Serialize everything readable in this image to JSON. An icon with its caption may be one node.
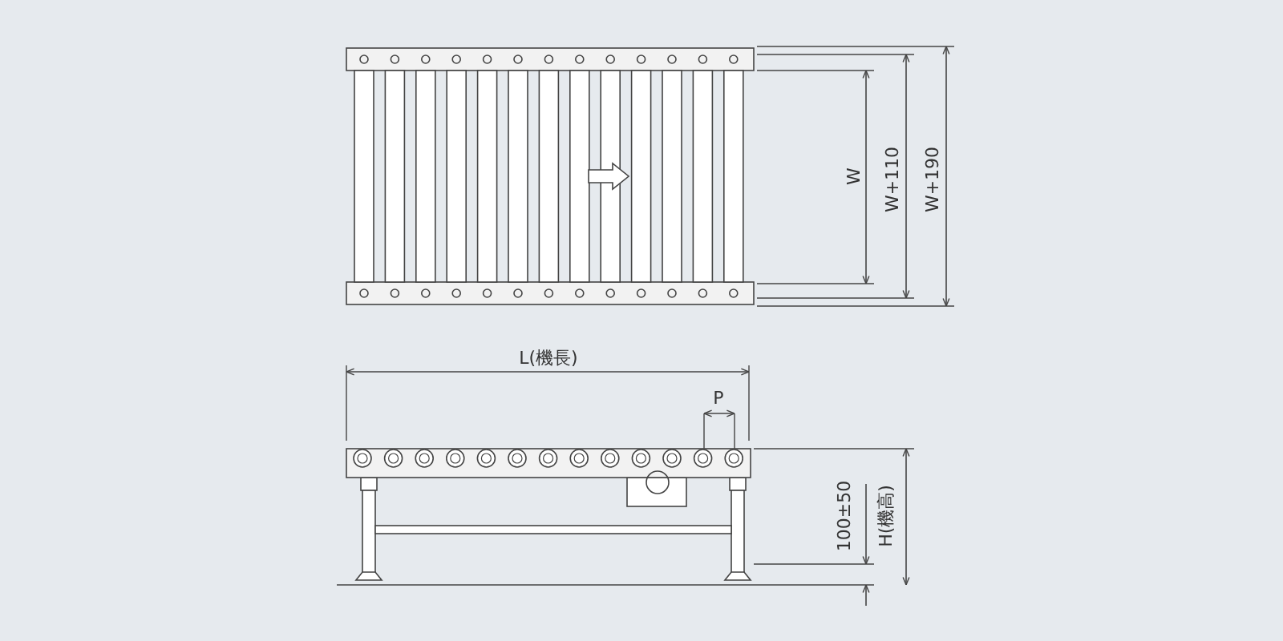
{
  "diagram": {
    "labels": [
      "W",
      "W+110",
      "W+190",
      "L(機長)",
      "P",
      "100±50",
      "H(機高)"
    ]
  }
}
